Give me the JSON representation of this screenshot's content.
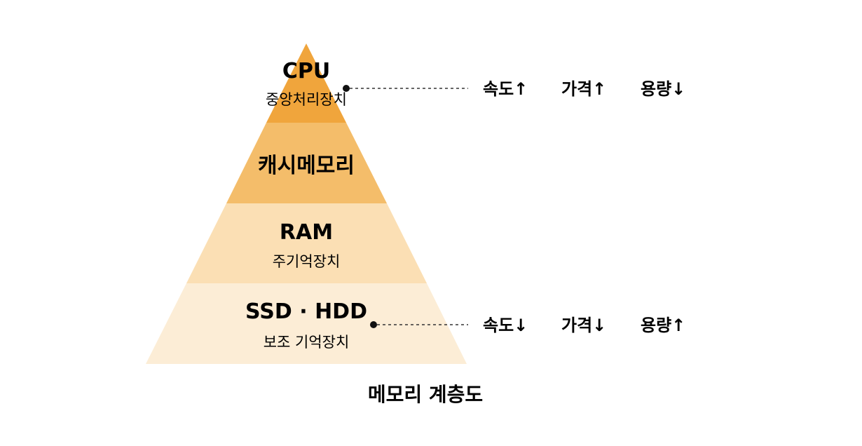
{
  "diagram": {
    "levels": [
      {
        "title": "CPU",
        "subtitle": "중앙처리장치",
        "color": "#F0A53C"
      },
      {
        "title": "캐시메모리",
        "subtitle": "",
        "color": "#F4BD6A"
      },
      {
        "title": "RAM",
        "subtitle": "주기억장치",
        "color": "#FBDFB4"
      },
      {
        "title": "SSD · HDD",
        "subtitle": "보조 기억장치",
        "color": "#FCEDD6"
      }
    ],
    "top_note": {
      "speed": "속도↑",
      "price": "가격↑",
      "capacity": "용량↓"
    },
    "bottom_note": {
      "speed": "속도↓",
      "price": "가격↓",
      "capacity": "용량↑"
    },
    "caption": "메모리 계층도",
    "dot_color": "#111111"
  }
}
